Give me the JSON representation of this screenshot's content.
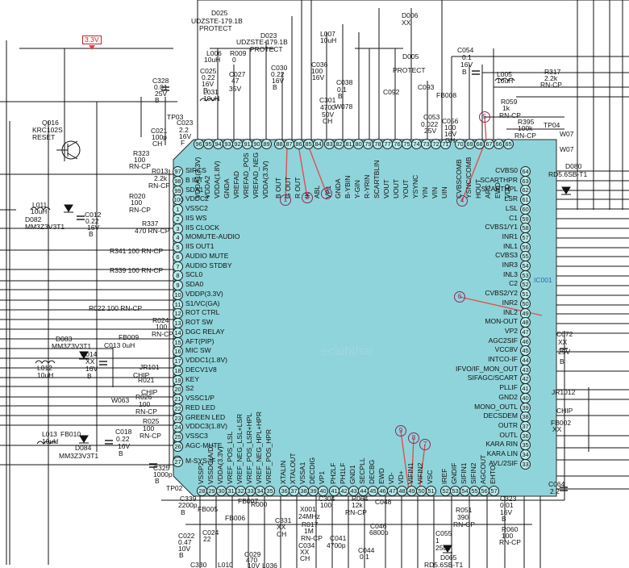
{
  "chip_name": "IC001",
  "watermark": [
    "eclubthai",
    "eclubthai"
  ],
  "supply_flag": "3.3V",
  "pins_left": [
    {
      "num": "97",
      "label": "SIRCS"
    },
    {
      "num": "98",
      "label": "B INT"
    },
    {
      "num": "99",
      "label": "SDA1"
    },
    {
      "num": "100",
      "label": "VDDC2"
    },
    {
      "num": "1",
      "label": "VSSC2"
    },
    {
      "num": "2",
      "label": "IIS WS"
    },
    {
      "num": "3",
      "label": "IIS CLOCK"
    },
    {
      "num": "4",
      "label": "MOMUTE-AUDIO"
    },
    {
      "num": "5",
      "label": "IIS OUT1"
    },
    {
      "num": "6",
      "label": "AUDIO MUTE"
    },
    {
      "num": "7",
      "label": "AUDIO STDBY"
    },
    {
      "num": "8",
      "label": "SCL0"
    },
    {
      "num": "9",
      "label": "SDA0"
    },
    {
      "num": "10",
      "label": "VDDP(3.3V)"
    },
    {
      "num": "11",
      "label": "S1/VC(GA)"
    },
    {
      "num": "12",
      "label": "ROT CTRL"
    },
    {
      "num": "13",
      "label": "ROT SW"
    },
    {
      "num": "14",
      "label": "DGC RELAY"
    },
    {
      "num": "15",
      "label": "AFT(PIP)"
    },
    {
      "num": "16",
      "label": "MIC SW"
    },
    {
      "num": "17",
      "label": "VDDC1(1.8V)"
    },
    {
      "num": "18",
      "label": "DECV1V8"
    },
    {
      "num": "19",
      "label": "KEY"
    },
    {
      "num": "20",
      "label": "S2"
    },
    {
      "num": "21",
      "label": "VSSC1/P"
    },
    {
      "num": "22",
      "label": "RED LED"
    },
    {
      "num": "23",
      "label": "GREEN LED"
    },
    {
      "num": "24",
      "label": "VDDC3(1.8V)"
    },
    {
      "num": "25",
      "label": "VSSC3"
    },
    {
      "num": "26",
      "label": "AGC-MUTE"
    },
    {
      "num": "27",
      "label": "M-SYS-IF"
    }
  ],
  "pins_right": [
    {
      "num": "64",
      "label": "CVBS0"
    },
    {
      "num": "63",
      "label": "SCARTHPR"
    },
    {
      "num": "62",
      "label": "SCARTHPL"
    },
    {
      "num": "61",
      "label": "LSR"
    },
    {
      "num": "60",
      "label": "LSL"
    },
    {
      "num": "59",
      "label": "C1"
    },
    {
      "num": "58",
      "label": "CVBS1/Y1"
    },
    {
      "num": "57",
      "label": "INR1"
    },
    {
      "num": "56",
      "label": "INL1"
    },
    {
      "num": "55",
      "label": "CVBS3"
    },
    {
      "num": "54",
      "label": "INR3"
    },
    {
      "num": "53",
      "label": "INL3"
    },
    {
      "num": "52",
      "label": "C2"
    },
    {
      "num": "51",
      "label": "CVBS2/Y2"
    },
    {
      "num": "50",
      "label": "INR2"
    },
    {
      "num": "49",
      "label": "INL2"
    },
    {
      "num": "48",
      "label": "MON-OUT"
    },
    {
      "num": "47",
      "label": "VP2"
    },
    {
      "num": "46",
      "label": "AGC2SIF"
    },
    {
      "num": "45",
      "label": "VCC8V"
    },
    {
      "num": "44",
      "label": "INTCO-IF"
    },
    {
      "num": "43",
      "label": "IFVO/IF_MON_OUT"
    },
    {
      "num": "42",
      "label": "SIFAGC/SCART"
    },
    {
      "num": "41",
      "label": "PLLIF"
    },
    {
      "num": "40",
      "label": "GND2"
    },
    {
      "num": "39",
      "label": "MONO_OUTL"
    },
    {
      "num": "38",
      "label": "DECSDEM"
    },
    {
      "num": "37",
      "label": "OUTR"
    },
    {
      "num": "36",
      "label": "OUTL"
    },
    {
      "num": "35",
      "label": "KARA RIN"
    },
    {
      "num": "34",
      "label": "KARA LIN"
    },
    {
      "num": "33",
      "label": "AVL/2SIF"
    }
  ],
  "pins_top": [
    {
      "num": "96",
      "label": "VDDA1(3.3V)"
    },
    {
      "num": "95",
      "label": "VDDA2"
    },
    {
      "num": "94",
      "label": "VDDA(1.8V)"
    },
    {
      "num": "93",
      "label": "GNDA"
    },
    {
      "num": "92",
      "label": "VREFAD"
    },
    {
      "num": "91",
      "label": "VREFAD_POS"
    },
    {
      "num": "90",
      "label": "VREFAD_NEG"
    },
    {
      "num": "89",
      "label": "VDDA(3.3V)"
    },
    {
      "num": "88",
      "label": "B OUT"
    },
    {
      "num": "87",
      "label": "G OUT"
    },
    {
      "num": "86",
      "label": "R OUT"
    },
    {
      "num": "85",
      "label": "IK"
    },
    {
      "num": "84",
      "label": "ABL"
    },
    {
      "num": "83",
      "label": "VP1"
    },
    {
      "num": "82",
      "label": "GNDA"
    },
    {
      "num": "81",
      "label": "B-YBIN"
    },
    {
      "num": "80",
      "label": "Y-GIN"
    },
    {
      "num": "79",
      "label": "R-YRIN"
    },
    {
      "num": "78",
      "label": "SCARTBLIN"
    },
    {
      "num": "77",
      "label": "VOUT"
    },
    {
      "num": "76",
      "label": "UOUT"
    },
    {
      "num": "75",
      "label": "YOUT"
    },
    {
      "num": "74",
      "label": "YSYNC"
    },
    {
      "num": "73",
      "label": "YIN"
    },
    {
      "num": "72",
      "label": "VIN"
    },
    {
      "num": "71",
      "label": "UIN"
    },
    {
      "num": "70",
      "label": "CVBSCOMB"
    },
    {
      "num": "69",
      "label": "YSNC/COMB"
    },
    {
      "num": "68",
      "label": "HOUT"
    },
    {
      "num": "67",
      "label": "AFC"
    },
    {
      "num": "66",
      "label": "EWD"
    },
    {
      "num": "65",
      "label": "VDD"
    }
  ],
  "pins_bottom": [
    {
      "num": "28",
      "label": "VSSP2"
    },
    {
      "num": "29",
      "label": "VSSDC(A/D)"
    },
    {
      "num": "30",
      "label": "VDDA(3.3V)"
    },
    {
      "num": "31",
      "label": "VREF_POS_LSL"
    },
    {
      "num": "32",
      "label": "VREF_NEG_LSL+LSR"
    },
    {
      "num": "33",
      "label": "VREF_POS_LSR+HPL"
    },
    {
      "num": "34",
      "label": "VREF_NEG_HPL+HPR"
    },
    {
      "num": "35",
      "label": "VREF_POS_HPR"
    },
    {
      "num": "36",
      "label": "XTALIN"
    },
    {
      "num": "37",
      "label": "XTALOUT"
    },
    {
      "num": "38",
      "label": "VSSA1"
    },
    {
      "num": "39",
      "label": "DECDIG"
    },
    {
      "num": "40",
      "label": "VP1"
    },
    {
      "num": "41",
      "label": "PH2LF"
    },
    {
      "num": "42",
      "label": "PH1LF"
    },
    {
      "num": "43",
      "label": "GND1"
    },
    {
      "num": "44",
      "label": "SECPLL"
    },
    {
      "num": "45",
      "label": "DECBG"
    },
    {
      "num": "46",
      "label": "EWD"
    },
    {
      "num": "47",
      "label": "VD-"
    },
    {
      "num": "48",
      "label": "VD+"
    },
    {
      "num": "49",
      "label": "VIFIN1"
    },
    {
      "num": "50",
      "label": "VIFIN2"
    },
    {
      "num": "51",
      "label": "VSC"
    },
    {
      "num": "52",
      "label": "IREF"
    },
    {
      "num": "53",
      "label": "GNDIF"
    },
    {
      "num": "54",
      "label": "SIFIN1"
    },
    {
      "num": "55",
      "label": "SIFIN2"
    },
    {
      "num": "56",
      "label": "AGCOUT"
    },
    {
      "num": "57",
      "label": "EHTO"
    }
  ],
  "markers": [
    "1",
    "2",
    "3",
    "4",
    "5",
    "6",
    "7",
    "8",
    "9"
  ],
  "components": [
    {
      "id": "d025",
      "text": "D025"
    },
    {
      "id": "d025v",
      "text": "UDZSTE-179.1B"
    },
    {
      "id": "d025p",
      "text": "PROTECT"
    },
    {
      "id": "d023",
      "text": "D023"
    },
    {
      "id": "d023v",
      "text": "UDZSTE-179.1B"
    },
    {
      "id": "d023p",
      "text": "PROTECT"
    },
    {
      "id": "l006",
      "text": "L006"
    },
    {
      "id": "l006v",
      "text": "10uH"
    },
    {
      "id": "r009",
      "text": "R009"
    },
    {
      "id": "r009v",
      "text": "0"
    },
    {
      "id": "l007",
      "text": "L007"
    },
    {
      "id": "l007v",
      "text": "10uH"
    },
    {
      "id": "d005",
      "text": "D005"
    },
    {
      "id": "d005p",
      "text": "PROTECT"
    },
    {
      "id": "d006",
      "text": "D006"
    },
    {
      "id": "d006v",
      "text": "XX"
    },
    {
      "id": "c054",
      "text": "C054"
    },
    {
      "id": "c054v",
      "text": "0.1"
    },
    {
      "id": "c054b",
      "text": "16V"
    },
    {
      "id": "c054c",
      "text": "B"
    },
    {
      "id": "l005",
      "text": "L005"
    },
    {
      "id": "l005v",
      "text": "10uH"
    },
    {
      "id": "r317",
      "text": "R317"
    },
    {
      "id": "r317v",
      "text": "2.2k"
    },
    {
      "id": "r317t",
      "text": "RN-CP"
    },
    {
      "id": "r059",
      "text": "R059"
    },
    {
      "id": "r059v",
      "text": "1k"
    },
    {
      "id": "r059t",
      "text": "RN-CP"
    },
    {
      "id": "r395",
      "text": "R395"
    },
    {
      "id": "r395v",
      "text": "100k"
    },
    {
      "id": "r395t",
      "text": "RN-CP"
    },
    {
      "id": "tp04",
      "text": "TP04"
    },
    {
      "id": "w07a",
      "text": "W07"
    },
    {
      "id": "w07b",
      "text": "W07"
    },
    {
      "id": "d080",
      "text": "D080"
    },
    {
      "id": "d080v",
      "text": "RD5.6SB-T1"
    },
    {
      "id": "q016",
      "text": "Q016"
    },
    {
      "id": "q016v",
      "text": "KRC102S"
    },
    {
      "id": "q016r",
      "text": "RESET"
    },
    {
      "id": "c328",
      "text": "C328"
    },
    {
      "id": "c328v",
      "text": "0.01"
    },
    {
      "id": "c328a",
      "text": "25V"
    },
    {
      "id": "c328b",
      "text": "B"
    },
    {
      "id": "c021",
      "text": "C021"
    },
    {
      "id": "c021v",
      "text": "100p"
    },
    {
      "id": "c021c",
      "text": "CH"
    },
    {
      "id": "l031",
      "text": "L031"
    },
    {
      "id": "l031v",
      "text": "10uH"
    },
    {
      "id": "tp03",
      "text": "TP03"
    },
    {
      "id": "c023",
      "text": "C023"
    },
    {
      "id": "c023v",
      "text": "2.2"
    },
    {
      "id": "c023a",
      "text": "16V"
    },
    {
      "id": "c023b",
      "text": "F"
    },
    {
      "id": "r323",
      "text": "R323"
    },
    {
      "id": "r323v",
      "text": "100"
    },
    {
      "id": "r323t",
      "text": "RN-CP"
    },
    {
      "id": "r013",
      "text": "R013"
    },
    {
      "id": "r013v",
      "text": "2.2k"
    },
    {
      "id": "r013t",
      "text": "RN-CP"
    },
    {
      "id": "r020",
      "text": "R020"
    },
    {
      "id": "r020v",
      "text": "100"
    },
    {
      "id": "r020t",
      "text": "RN-CP"
    },
    {
      "id": "l011",
      "text": "L011"
    },
    {
      "id": "l011v",
      "text": "10uH"
    },
    {
      "id": "c012",
      "text": "C012"
    },
    {
      "id": "c012v",
      "text": "0.22"
    },
    {
      "id": "c012a",
      "text": "16V"
    },
    {
      "id": "c012b",
      "text": "B"
    },
    {
      "id": "d082",
      "text": "D082"
    },
    {
      "id": "d082v",
      "text": "MM3Z3V3T1"
    },
    {
      "id": "r337",
      "text": "R337"
    },
    {
      "id": "r337v",
      "text": "470 RN-CP"
    },
    {
      "id": "r341",
      "text": "R341 100 RN-CP"
    },
    {
      "id": "r339",
      "text": "R339 100 RN-CP"
    },
    {
      "id": "r022",
      "text": "R022 100 RN-CP"
    },
    {
      "id": "r024",
      "text": "R024"
    },
    {
      "id": "r024v",
      "text": "100"
    },
    {
      "id": "r024t",
      "text": "RN-CP"
    },
    {
      "id": "d083",
      "text": "D083"
    },
    {
      "id": "d083v",
      "text": "MM3Z3V3T1"
    },
    {
      "id": "fb009",
      "text": "FB009"
    },
    {
      "id": "c013",
      "text": "C013 0uH"
    },
    {
      "id": "c014",
      "text": "C014"
    },
    {
      "id": "c014v",
      "text": "XX"
    },
    {
      "id": "c014a",
      "text": "16V"
    },
    {
      "id": "c014b",
      "text": "B"
    },
    {
      "id": "l012",
      "text": "L012"
    },
    {
      "id": "l012v",
      "text": "10uH"
    },
    {
      "id": "jr101",
      "text": "JR101"
    },
    {
      "id": "chip1",
      "text": "CHIP"
    },
    {
      "id": "chip2",
      "text": "CHIP"
    },
    {
      "id": "r021",
      "text": "R021"
    },
    {
      "id": "w063",
      "text": "W063"
    },
    {
      "id": "r026",
      "text": "R026"
    },
    {
      "id": "r026v",
      "text": "100"
    },
    {
      "id": "r026t",
      "text": "RN-CP"
    },
    {
      "id": "r025",
      "text": "R025"
    },
    {
      "id": "r025v",
      "text": "100"
    },
    {
      "id": "r025t",
      "text": "RN-CP"
    },
    {
      "id": "l013",
      "text": "L013"
    },
    {
      "id": "l013v",
      "text": "10uH"
    },
    {
      "id": "fb010",
      "text": "FB010"
    },
    {
      "id": "c018",
      "text": "C018"
    },
    {
      "id": "c018v",
      "text": "0.22"
    },
    {
      "id": "c018a",
      "text": "16V"
    },
    {
      "id": "c018b",
      "text": "B"
    },
    {
      "id": "d084",
      "text": "D084"
    },
    {
      "id": "d084v",
      "text": "MM3Z3V3T1"
    },
    {
      "id": "c325",
      "text": "C325"
    },
    {
      "id": "c325v",
      "text": "1000p"
    },
    {
      "id": "c325b",
      "text": "B"
    },
    {
      "id": "tp02",
      "text": "TP02"
    },
    {
      "id": "c339",
      "text": "C339"
    },
    {
      "id": "c339v",
      "text": "2200p"
    },
    {
      "id": "c339b",
      "text": "B"
    },
    {
      "id": "fb005",
      "text": "FB005"
    },
    {
      "id": "fb006",
      "text": "FB006"
    },
    {
      "id": "fb007",
      "text": "FB007"
    },
    {
      "id": "c022",
      "text": "C022"
    },
    {
      "id": "c022v",
      "text": "0.47"
    },
    {
      "id": "c022a",
      "text": "10V"
    },
    {
      "id": "c022b",
      "text": "B"
    },
    {
      "id": "c024",
      "text": "C024"
    },
    {
      "id": "c024v",
      "text": "22"
    },
    {
      "id": "c330",
      "text": "C330"
    },
    {
      "id": "c029",
      "text": "C029"
    },
    {
      "id": "c029v",
      "text": "470"
    },
    {
      "id": "c029a",
      "text": "10V"
    },
    {
      "id": "l010",
      "text": "L010"
    },
    {
      "id": "l036",
      "text": "L036"
    },
    {
      "id": "r000",
      "text": "R000"
    },
    {
      "id": "x001",
      "text": "X001"
    },
    {
      "id": "x001v",
      "text": "24MHz"
    },
    {
      "id": "c304",
      "text": "C304"
    },
    {
      "id": "c304v",
      "text": "100"
    },
    {
      "id": "c331",
      "text": "C331"
    },
    {
      "id": "c331v",
      "text": "XX"
    },
    {
      "id": "c331c",
      "text": "CH"
    },
    {
      "id": "c034",
      "text": "C034"
    },
    {
      "id": "c034v",
      "text": "XX"
    },
    {
      "id": "c034c",
      "text": "CH"
    },
    {
      "id": "r017",
      "text": "R017"
    },
    {
      "id": "r017v",
      "text": "1M"
    },
    {
      "id": "r017t",
      "text": "RN-CP"
    },
    {
      "id": "c041",
      "text": "C041"
    },
    {
      "id": "c041v",
      "text": "4700p"
    },
    {
      "id": "r064",
      "text": "R064"
    },
    {
      "id": "r064v",
      "text": "12k"
    },
    {
      "id": "r064t",
      "text": "RN-CP"
    },
    {
      "id": "c046",
      "text": "C046"
    },
    {
      "id": "c046v",
      "text": "6800p"
    },
    {
      "id": "c044",
      "text": "C044"
    },
    {
      "id": "c044v",
      "text": "0.1"
    },
    {
      "id": "c048",
      "text": "C048"
    },
    {
      "id": "r051",
      "text": "R051"
    },
    {
      "id": "r051v",
      "text": "390"
    },
    {
      "id": "r051t",
      "text": "RN-CP"
    },
    {
      "id": "c055",
      "text": "C055"
    },
    {
      "id": "c055v",
      "text": "1"
    },
    {
      "id": "c055a",
      "text": "250V"
    },
    {
      "id": "d065",
      "text": "D065"
    },
    {
      "id": "d065v",
      "text": "RD5.6SB-T1"
    },
    {
      "id": "c323",
      "text": "C323"
    },
    {
      "id": "c323v",
      "text": "0.01"
    },
    {
      "id": "c323a",
      "text": "16V"
    },
    {
      "id": "c323b",
      "text": "B"
    },
    {
      "id": "r060",
      "text": "R060"
    },
    {
      "id": "r060v",
      "text": "100"
    },
    {
      "id": "r060t",
      "text": "RN-CP"
    },
    {
      "id": "c064",
      "text": "C064"
    },
    {
      "id": "c064v",
      "text": "2.2"
    },
    {
      "id": "c072",
      "text": "C072"
    },
    {
      "id": "c072v",
      "text": "XX"
    },
    {
      "id": "c072a",
      "text": "25V"
    },
    {
      "id": "c072b",
      "text": "B"
    },
    {
      "id": "jr1012",
      "text": "JR1012"
    },
    {
      "id": "fb002",
      "text": "FB002"
    },
    {
      "id": "fb002v",
      "text": "XX"
    },
    {
      "id": "chip3",
      "text": "CHIP"
    },
    {
      "id": "c025",
      "text": "C025"
    },
    {
      "id": "c025v",
      "text": "0.22"
    },
    {
      "id": "c025a",
      "text": "16V"
    },
    {
      "id": "c025b",
      "text": "B"
    },
    {
      "id": "c027",
      "text": "C027"
    },
    {
      "id": "c027v",
      "text": "47"
    },
    {
      "id": "c027a",
      "text": "35V"
    },
    {
      "id": "c030",
      "text": "C030"
    },
    {
      "id": "c030v",
      "text": "0.22"
    },
    {
      "id": "c030a",
      "text": "16V"
    },
    {
      "id": "c030b",
      "text": "B"
    },
    {
      "id": "c036",
      "text": "C036"
    },
    {
      "id": "c036v",
      "text": "100"
    },
    {
      "id": "c036a",
      "text": "16V"
    },
    {
      "id": "c038",
      "text": "C038"
    },
    {
      "id": "c038v",
      "text": "0.1"
    },
    {
      "id": "c038b",
      "text": "B"
    },
    {
      "id": "c301",
      "text": "C301"
    },
    {
      "id": "c301v",
      "text": "4700"
    },
    {
      "id": "c301a",
      "text": "50V"
    },
    {
      "id": "c301b",
      "text": "CH"
    },
    {
      "id": "w078",
      "text": "W078"
    },
    {
      "id": "c092",
      "text": "C092"
    },
    {
      "id": "c093",
      "text": "C093"
    },
    {
      "id": "c053",
      "text": "C053"
    },
    {
      "id": "c053v",
      "text": "0.022"
    },
    {
      "id": "c053a",
      "text": "25V"
    },
    {
      "id": "fb008",
      "text": "FB008"
    },
    {
      "id": "c056",
      "text": "C056"
    },
    {
      "id": "c056v",
      "text": "100"
    },
    {
      "id": "c056a",
      "text": "16V"
    },
    {
      "id": "c056b",
      "text": "CH"
    }
  ]
}
